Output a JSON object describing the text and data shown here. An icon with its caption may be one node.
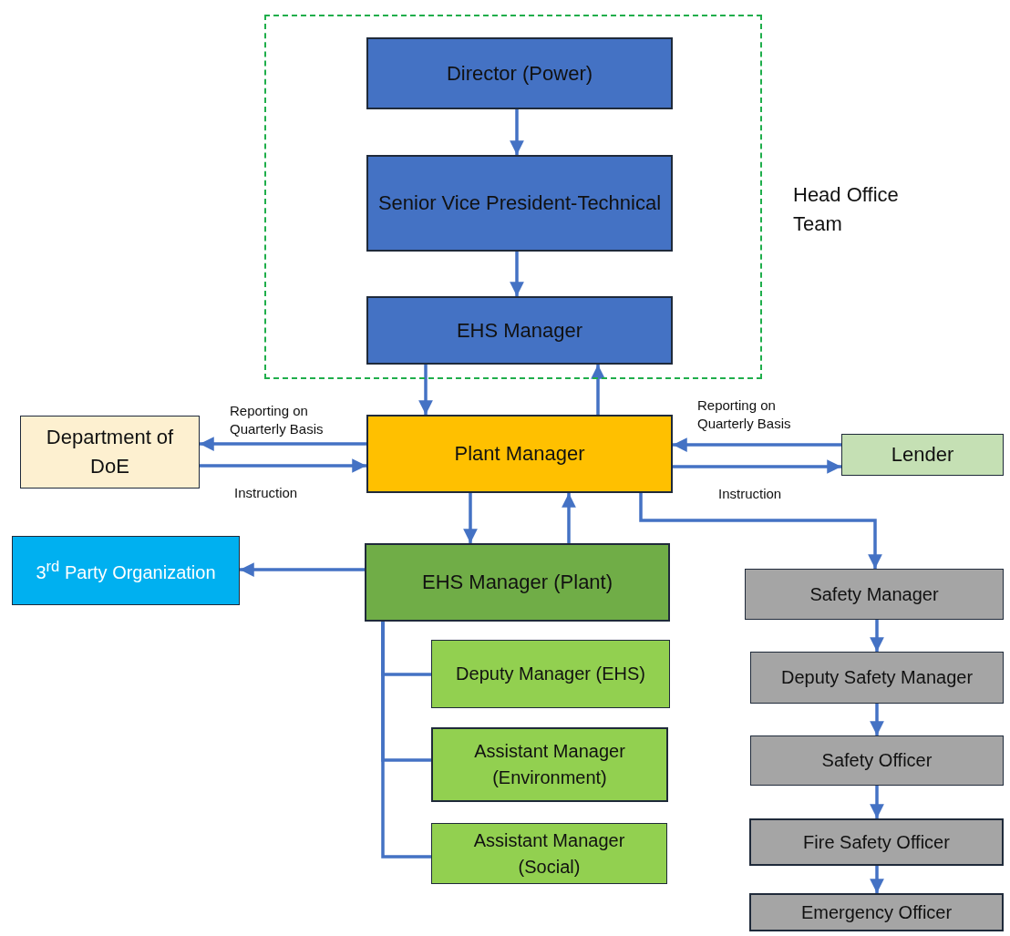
{
  "diagram": {
    "nodes": [
      {
        "text": [
          "Head Office Team"
        ]
      },
      {
        "text": [
          "Director (Power)"
        ],
        "in": 0
      },
      {
        "text": [
          "Senior Vice President-Technical"
        ],
        "in": 0
      },
      {
        "text": [
          "EHS Manager"
        ],
        "in": 0
      },
      {
        "text": [
          "Department of DoE"
        ]
      },
      {
        "text": [
          "Plant Manager"
        ]
      },
      {
        "text": [
          "Lender"
        ]
      },
      {
        "text": [
          "3$^{rd}$ Party Organization"
        ]
      },
      {
        "text": [
          "EHS Manager (Plant)"
        ]
      },
      {
        "text": [
          "Deputy Manager (EHS)"
        ]
      },
      {
        "text": [
          "Assistant Manager (Environment)"
        ]
      },
      {
        "text": [
          "Assistant Manager (Social)"
        ]
      },
      {
        "text": [
          "Safety Manager"
        ]
      },
      {
        "text": [
          "Deputy Safety Manager"
        ]
      },
      {
        "text": [
          "Safety Officer"
        ]
      },
      {
        "text": [
          "Fire Safety Officer"
        ]
      },
      {
        "text": [
          "Emergency Officer"
        ]
      }
    ],
    "edges": [
      {
        "from": 1,
        "to": 2,
        "arrow": "to"
      },
      {
        "from": 2,
        "to": 3,
        "arrow": "to"
      },
      {
        "from": 3,
        "to": 5,
        "arrow": "to"
      },
      {
        "from": 5,
        "to": 3,
        "arrow": "to"
      },
      {
        "from": 5,
        "to": 4,
        "arrow": "to",
        "label": "Reporting on Quarterly Basis"
      },
      {
        "from": 4,
        "to": 5,
        "arrow": "to",
        "label": "Instruction"
      },
      {
        "from": 6,
        "to": 5,
        "arrow": "to",
        "label": "Reporting on Quarterly Basis"
      },
      {
        "from": 5,
        "to": 6,
        "arrow": "to",
        "label": "Instruction"
      },
      {
        "from": 5,
        "to": 8,
        "arrow": "to"
      },
      {
        "from": 8,
        "to": 5,
        "arrow": "to"
      },
      {
        "from": 8,
        "to": 7,
        "arrow": "to"
      },
      {
        "from": 8,
        "to": 9,
        "arrow": "none"
      },
      {
        "from": 8,
        "to": 10,
        "arrow": "none"
      },
      {
        "from": 8,
        "to": 11,
        "arrow": "none"
      },
      {
        "from": 5,
        "to": 12,
        "arrow": "to"
      },
      {
        "from": 12,
        "to": 13,
        "arrow": "to"
      },
      {
        "from": 13,
        "to": 14,
        "arrow": "to"
      },
      {
        "from": 14,
        "to": 15,
        "arrow": "to"
      },
      {
        "from": 15,
        "to": 16,
        "arrow": "to"
      }
    ]
  }
}
